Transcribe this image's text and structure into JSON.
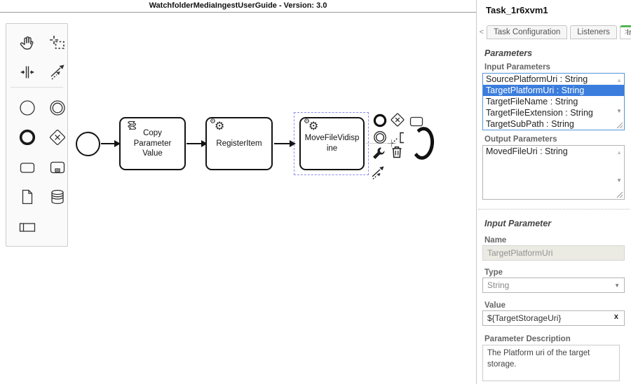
{
  "header": {
    "title": "WatchfolderMediaIngestUserGuide - Version: 3.0"
  },
  "palette": {
    "tools": [
      "hand-tool",
      "lasso-tool",
      "space-tool",
      "global-connect-tool",
      "create-start-event",
      "create-intermediate-event",
      "create-end-event",
      "create-gateway",
      "create-task",
      "create-subprocess",
      "create-data-object",
      "create-data-store",
      "create-participant"
    ]
  },
  "diagram": {
    "tasks": [
      {
        "label": "Copy Parameter Value",
        "type": "script-task",
        "selected": false
      },
      {
        "label": "RegisterItem",
        "type": "service-task",
        "selected": false
      },
      {
        "label": "MoveFileVidispine",
        "type": "service-task",
        "selected": true
      }
    ]
  },
  "context_pad": {
    "actions": [
      "append-end-event",
      "append-gateway",
      "append-task",
      "append-intermediate-event",
      "add-text-annotation",
      "boundary-arc",
      "change-type-wrench",
      "delete-trash",
      "connect-arrow"
    ]
  },
  "icons": {
    "gear": "⚙",
    "dropdown_arrow": "▼",
    "scroll_up": "▲",
    "scroll_down": "▼"
  },
  "panel": {
    "title": "Task_1r6xvm1",
    "scroll_left": "<",
    "scroll_right": ">",
    "tabs": [
      {
        "label": "Task Configuration",
        "active": false
      },
      {
        "label": "Listeners",
        "active": false
      },
      {
        "label": "Ir",
        "active": true
      }
    ],
    "parameters": {
      "heading": "Parameters",
      "input_label": "Input Parameters",
      "input_items": [
        "SourcePlatformUri : String",
        "TargetPlatformUri : String",
        "TargetFileName : String",
        "TargetFileExtension : String",
        "TargetSubPath : String"
      ],
      "input_selected_index": 1,
      "output_label": "Output Parameters",
      "output_items": [
        "MovedFileUri : String"
      ],
      "output_selected_index": -1
    },
    "input_parameter": {
      "heading": "Input Parameter",
      "name_label": "Name",
      "name_value": "TargetPlatformUri",
      "type_label": "Type",
      "type_value": "String",
      "value_label": "Value",
      "value_text": "${TargetStorageUri}",
      "clear_label": "x",
      "description_label": "Parameter Description",
      "description_value": "The Platform uri of the target storage."
    }
  },
  "colors": {
    "selection_blue": "#3b7ddd",
    "focus_border": "#5596d8",
    "tab_active_green": "#52b552",
    "shape_selection_dash": "#8c8cf0"
  }
}
